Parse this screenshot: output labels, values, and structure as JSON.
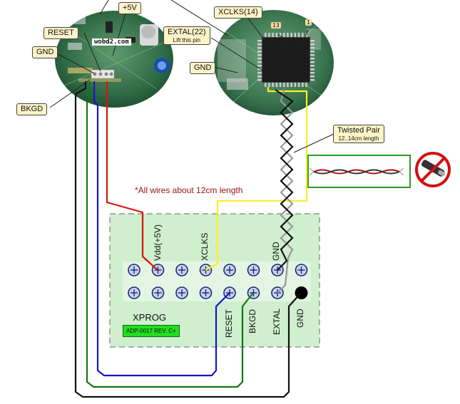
{
  "labels": {
    "plus5v": "+5V",
    "reset": "RESET",
    "gnd_left": "GND",
    "bkgd": "BKGD",
    "xclks": "XCLKS(14)",
    "extal": "EXTAL(22)",
    "extal_note": "Lift this pin",
    "gnd_right": "GND",
    "pin13": "13",
    "pin1": "1",
    "twisted_pair": "Twisted Pair",
    "twisted_pair_note": "12..14cm length",
    "site": "wobd2.com"
  },
  "note": "*All wires about 12cm length",
  "xprog": {
    "title": "XPROG",
    "badge": "ADP-0017 REV. C+",
    "top_labels": {
      "vdd": "Vdd(+5V)",
      "xclks": "XCLKS",
      "gnd": "GND"
    },
    "bottom_labels": {
      "reset": "RESET",
      "bkgd": "BKGD",
      "extal": "EXTAL",
      "gnd": "GND"
    },
    "pins_per_row": 8,
    "rows": 2
  },
  "colors": {
    "board_green": "#cfefcf",
    "header_fill": "#e8f7e8",
    "red": "#dd1111",
    "blue": "#1616cc",
    "green": "#117711",
    "black": "#111111",
    "yellow": "#ffee22",
    "gray": "#999999",
    "note": "#9a1010",
    "badge": "#22dd22"
  },
  "icons": [
    "pin-circle-icon",
    "no-coax-icon",
    "twisted-cable-icon",
    "chip-icon",
    "capacitor-icon"
  ]
}
